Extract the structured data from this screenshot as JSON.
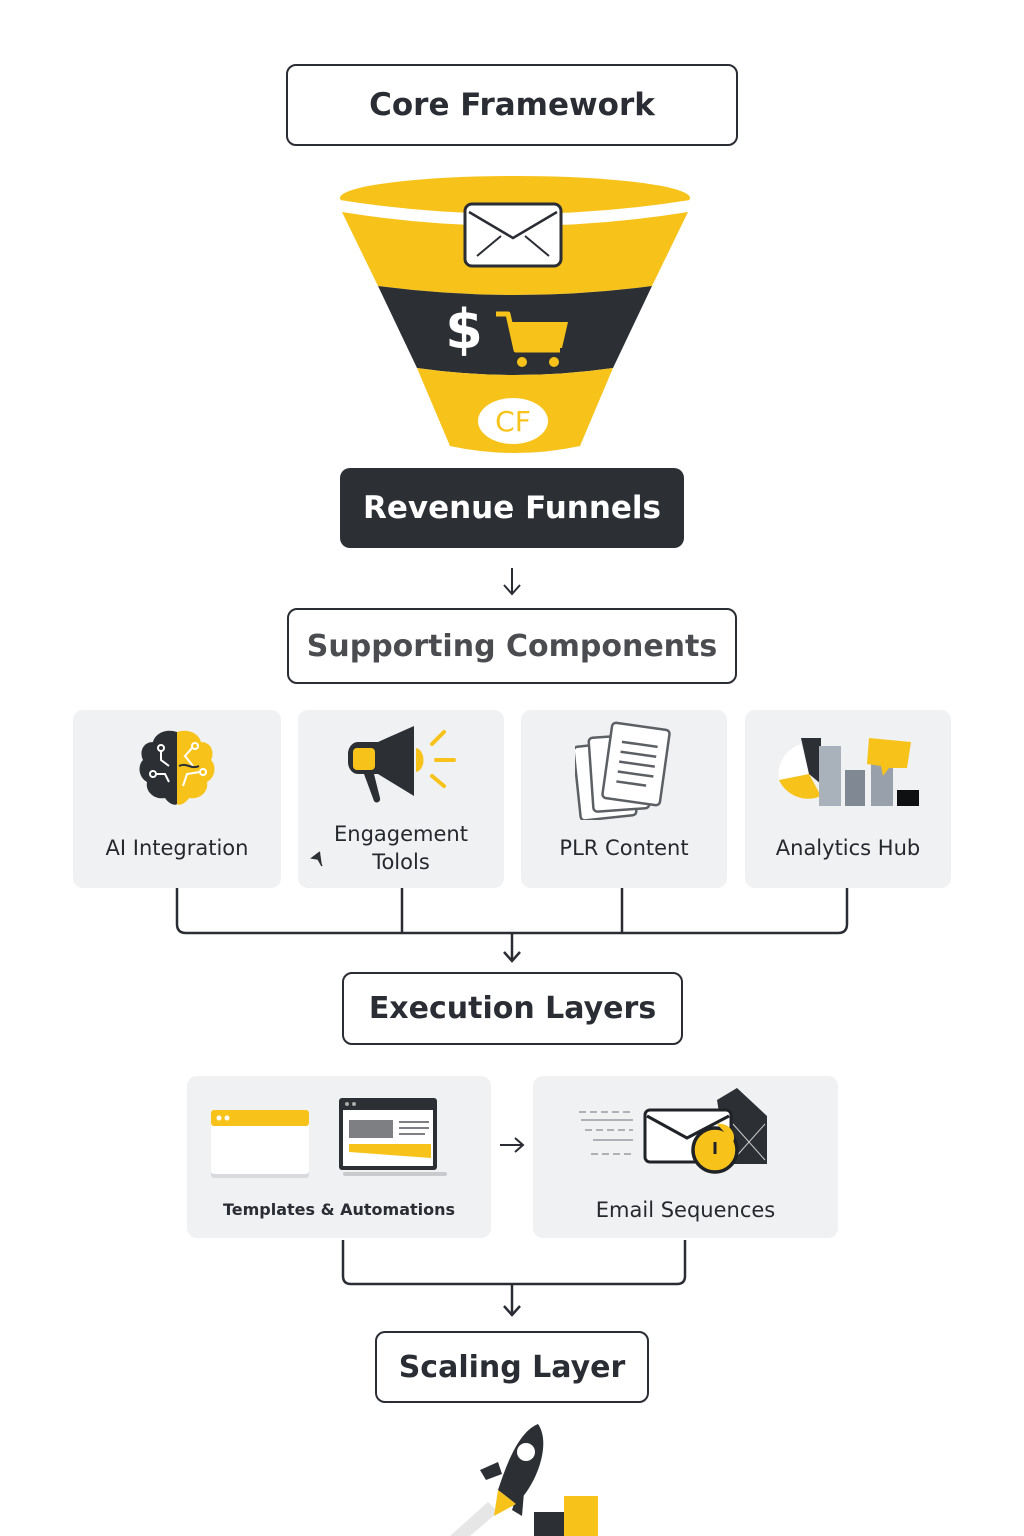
{
  "colors": {
    "accent": "#F7C31A",
    "dark": "#2C2F34",
    "card_bg": "#F0F1F3",
    "stroke": "#2A2D33"
  },
  "core": {
    "title": "Core Framework",
    "funnel_badge": "CF",
    "funnel_symbol": "$",
    "icons": [
      "envelope-icon",
      "dollar-icon",
      "shopping-cart-icon"
    ]
  },
  "revenue": {
    "label": "Revenue Funnels"
  },
  "supporting": {
    "title": "Supporting Components",
    "items": [
      {
        "label": "AI Integration",
        "icon": "brain-icon"
      },
      {
        "label_line1": "Engagement",
        "label_line2": "Tolols",
        "icon": "megaphone-icon"
      },
      {
        "label": "PLR Content",
        "icon": "documents-icon"
      },
      {
        "label": "Analytics Hub",
        "icon": "analytics-chart-icon"
      }
    ]
  },
  "execution": {
    "title": "Execution Layers",
    "items": [
      {
        "label": "Templates & Automations",
        "icon": "browser-windows-icon"
      },
      {
        "label": "Email Sequences",
        "icon": "email-clock-icon"
      }
    ]
  },
  "scaling": {
    "title": "Scaling Layer",
    "icon": "rocket-growth-icon"
  }
}
